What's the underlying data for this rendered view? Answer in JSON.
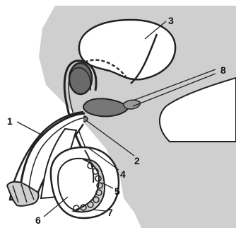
{
  "diagram": {
    "labels": [
      {
        "id": "1",
        "text": "1"
      },
      {
        "id": "2",
        "text": "2"
      },
      {
        "id": "3",
        "text": "3"
      },
      {
        "id": "4",
        "text": "4"
      },
      {
        "id": "5",
        "text": "5"
      },
      {
        "id": "6",
        "text": "6"
      },
      {
        "id": "7",
        "text": "7"
      },
      {
        "id": "8",
        "text": "8"
      }
    ],
    "colors": {
      "tissue": "#cfcfcf",
      "rectum": "#6a6a6a",
      "outline": "#222222",
      "background": "#ffffff"
    }
  }
}
